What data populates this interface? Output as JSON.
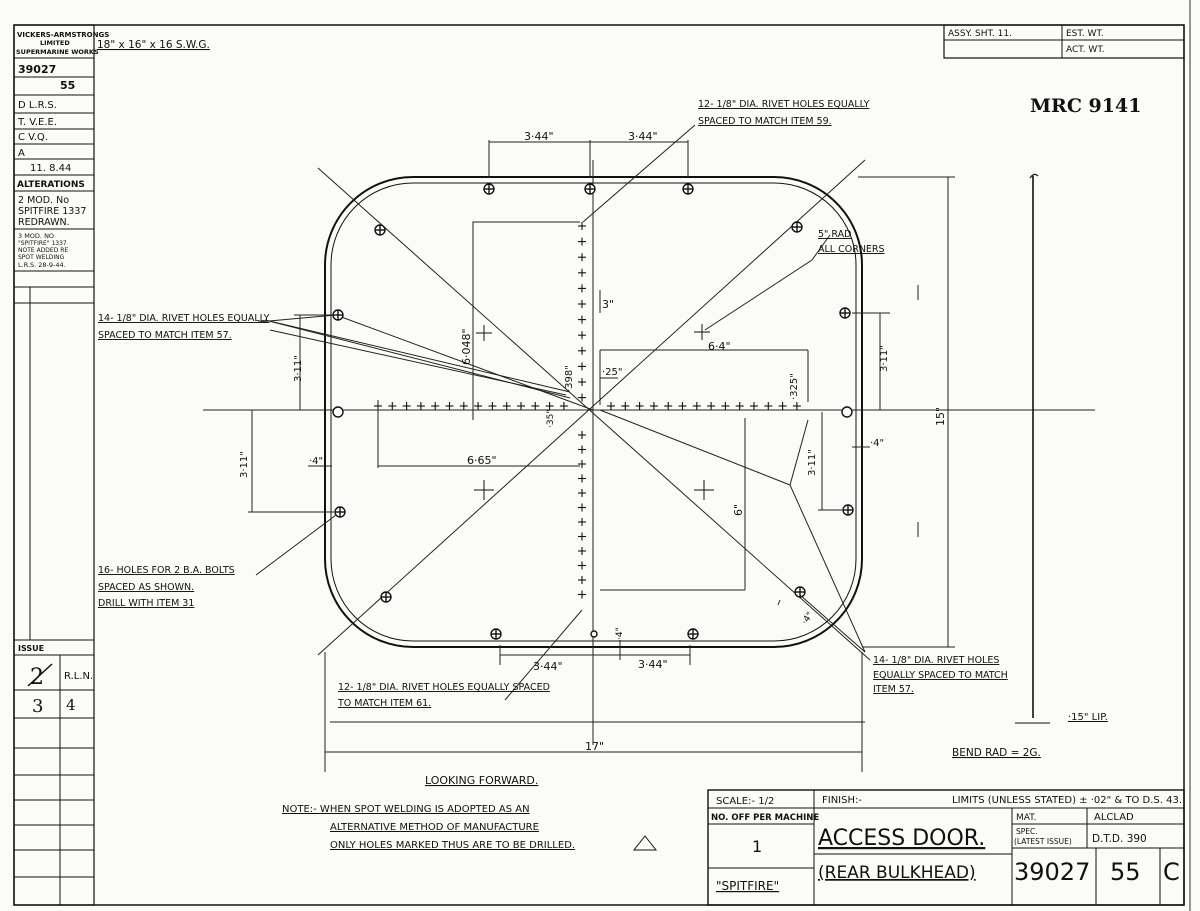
{
  "maker": {
    "line1": "VICKERS-ARMSTRONGS",
    "line2": "LIMITED",
    "line3": "SUPERMARINE WORKS"
  },
  "left_column": {
    "drawing_no": "39027",
    "part_no": "55",
    "d": "D L.R.S.",
    "t": "T. V.E.E.",
    "c": "C V.Q.",
    "a": "A",
    "date": "11. 8.44",
    "alterations_title": "ALTERATIONS",
    "alt2_1": "2 MOD. No",
    "alt2_2": "SPITFIRE 1337",
    "alt2_3": "REDRAWN.",
    "alt3_1": "3  MOD. NO",
    "alt3_2": "\"SPITFIRE\" 1337",
    "alt3_3": "NOTE ADDED RE",
    "alt3_4": "SPOT WELDING",
    "alt3_5": "L.R.S.   28-9-44."
  },
  "issue": {
    "label": "ISSUE",
    "row1_issue": "2",
    "row1_init": "R.L.N.",
    "row2_issue": "3",
    "row2_init": "4"
  },
  "material_top": "18\" x 16\" x 16 S.W.G.",
  "top_right": {
    "assy": "ASSY. SHT. 11.",
    "est": "EST. WT.",
    "act": "ACT. WT."
  },
  "ref_handwritten": "MRC 9141",
  "callouts": {
    "top_rivets_1": "12- 1/8\" DIA. RIVET HOLES EQUALLY",
    "top_rivets_2": "SPACED TO MATCH ITEM 59.",
    "rad_1": "5\" RAD",
    "rad_2": "ALL CORNERS",
    "left_rivets_1": "14- 1/8\" DIA. RIVET HOLES EQUALLY",
    "left_rivets_2": "SPACED TO MATCH ITEM 57.",
    "bolts_1": "16- HOLES FOR 2 B.A. BOLTS",
    "bolts_2": "SPACED AS SHOWN.",
    "bolts_3": "DRILL WITH ITEM 31",
    "bottom_rivets_1": "12- 1/8\" DIA. RIVET HOLES EQUALLY SPACED",
    "bottom_rivets_2": "TO MATCH ITEM 61.",
    "right_rivets_1": "14- 1/8\" DIA. RIVET HOLES",
    "right_rivets_2": "EQUALLY SPACED TO MATCH",
    "right_rivets_3": "ITEM 57."
  },
  "dims": {
    "top_344_a": "3·44\"",
    "top_344_b": "3·44\"",
    "d_6048": "6·048\"",
    "d_3": "3\"",
    "d_64": "6·4\"",
    "d_25": "·25\"",
    "d_398": "·398\"",
    "d_325": "·325\"",
    "d_311_ul": "3·11\"",
    "d_311_ur": "3·11\"",
    "d_311_ll": "3·11\"",
    "d_311_lr": "3·11\"",
    "d_4_l": "·4\"",
    "d_4_r": "·4\"",
    "d_35": "·35\"",
    "d_665": "6·65\"",
    "d_6": "6\"",
    "d_15": "15\"",
    "d_17": "17\"",
    "bot_344_a": "3·44\"",
    "bot_344_b": "3·44\"",
    "d_4_bot": "·4\"",
    "d_4_br": "·4\"",
    "lip": "·15\" LIP.",
    "bend": "BEND  RAD = 2G."
  },
  "view_label": "LOOKING FORWARD.",
  "note": {
    "line1": "NOTE:-  WHEN SPOT WELDING IS ADOPTED AS AN",
    "line2": "ALTERNATIVE METHOD OF MANUFACTURE",
    "line3": "ONLY HOLES MARKED THUS ARE TO BE DRILLED."
  },
  "title_block": {
    "scale": "SCALE:- 1/2",
    "finish": "FINISH:-",
    "limits": "LIMITS (UNLESS STATED) ± ·02\" & TO D.S. 43.",
    "off_per_machine": "NO. OFF PER MACHINE",
    "qty": "1",
    "aircraft": "\"SPITFIRE\"",
    "title1": "ACCESS DOOR.",
    "title2": "(REAR BULKHEAD)",
    "mat_label": "MAT.",
    "mat_value": "ALCLAD",
    "spec_label1": "SPEC.",
    "spec_label2": "(LATEST ISSUE)",
    "spec_value": "D.T.D. 390",
    "dwg_no": "39027",
    "part_no": "55",
    "issue_letter": "C"
  }
}
